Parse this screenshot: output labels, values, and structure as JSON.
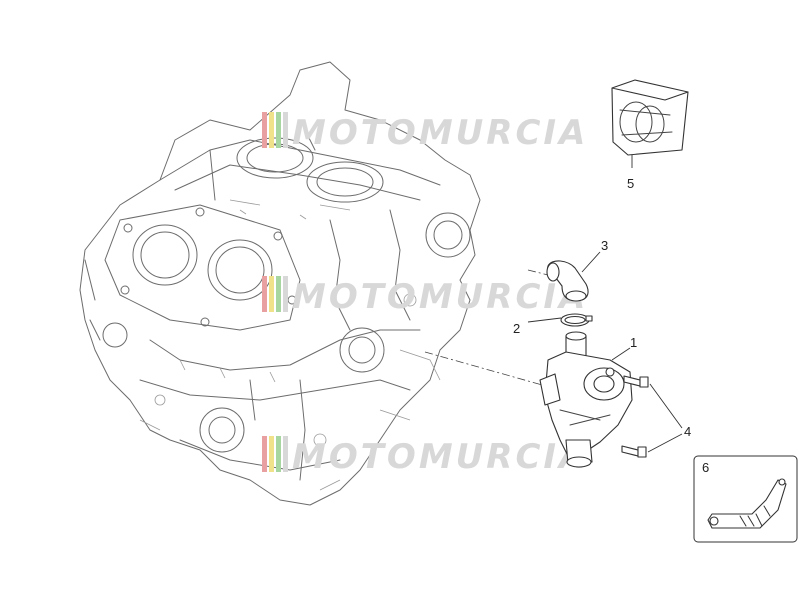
{
  "watermark": {
    "text": "MOTOMURCIA",
    "stripe_colors": [
      "#e9a0a0",
      "#f0e28a",
      "#a8d6a0"
    ]
  },
  "callouts": {
    "c1": "1",
    "c2": "2",
    "c3": "3",
    "c4": "4",
    "c5": "5",
    "c6": "6"
  },
  "colors": {
    "line": "#6c6c6c",
    "callout_line": "#333333",
    "watermark": "#d8d8d8"
  }
}
